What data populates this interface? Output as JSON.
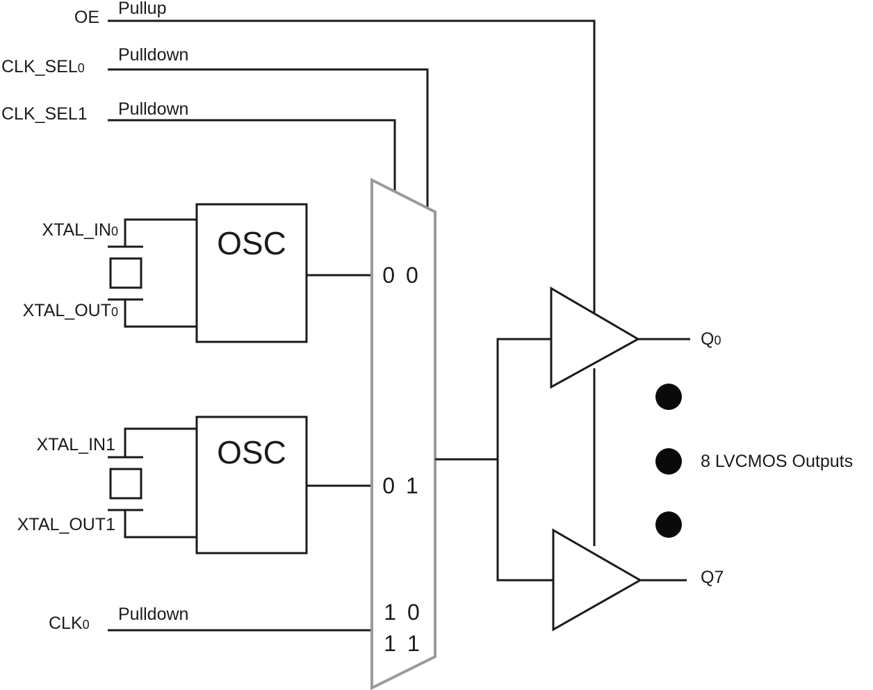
{
  "inputs": {
    "oe": {
      "label": "OE",
      "resistor": "Pullup"
    },
    "clk_sel0": {
      "label": "CLK_SEL",
      "sub": "0",
      "resistor": "Pulldown"
    },
    "clk_sel1": {
      "label": "CLK_SEL1",
      "resistor": "Pulldown"
    },
    "clk0": {
      "label": "CLK",
      "sub": "0",
      "resistor": "Pulldown"
    }
  },
  "crystals": [
    {
      "in_label": "XTAL_IN",
      "in_sub": "0",
      "out_label": "XTAL_OUT",
      "out_sub": "0",
      "osc_label": "OSC"
    },
    {
      "in_label": "XTAL_IN1",
      "out_label": "XTAL_OUT1",
      "osc_label": "OSC"
    }
  ],
  "mux": {
    "selects": [
      "0 0",
      "0 1",
      "1 0",
      "1 1"
    ]
  },
  "outputs": {
    "q0": {
      "label": "Q",
      "sub": "0"
    },
    "q7": {
      "label": "Q7"
    },
    "note": "8 LVCMOS Outputs"
  }
}
